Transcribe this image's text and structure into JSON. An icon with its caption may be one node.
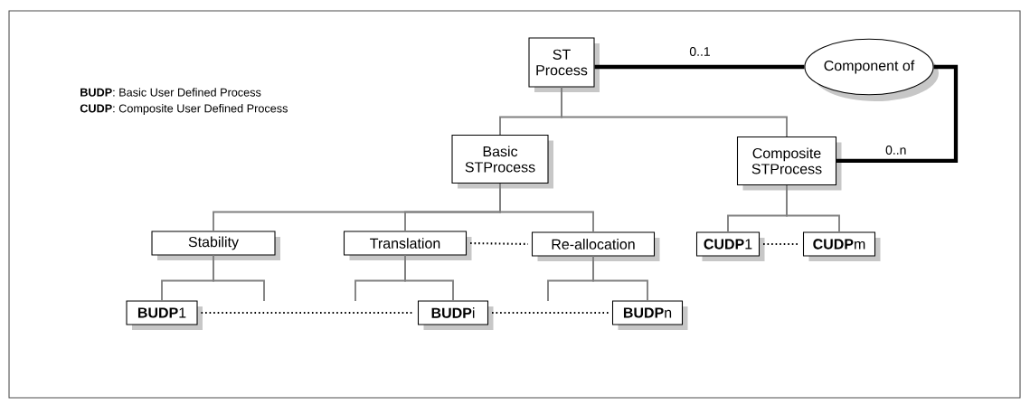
{
  "diagram": {
    "nodes": [
      {
        "text": [
          "ST Process"
        ]
      },
      {
        "text": [
          "Component of"
        ]
      },
      {
        "text": [
          "Basic STProcess"
        ]
      },
      {
        "text": [
          "Composite STProcess"
        ]
      },
      {
        "text": [
          "Stability"
        ]
      },
      {
        "text": [
          "Translation"
        ]
      },
      {
        "text": [
          "Re-allocation"
        ]
      },
      {
        "text": [
          "**CUDP**1"
        ]
      },
      {
        "text": [
          "**CUDP**m"
        ]
      },
      {
        "text": [
          "**BUDP**1"
        ]
      },
      {
        "text": [
          "**BUDP**i"
        ]
      },
      {
        "text": [
          "**BUDP**n"
        ]
      }
    ],
    "edges": [
      {
        "from": 0,
        "to": 1,
        "arrow": "none",
        "label": "0..1",
        "style": "thick",
        "color": "#000000"
      },
      {
        "from": 1,
        "to": 3,
        "arrow": "none",
        "label": "0..n",
        "style": "thick",
        "color": "#000000"
      },
      {
        "from": 0,
        "to": 2,
        "arrow": "none"
      },
      {
        "from": 0,
        "to": 3,
        "arrow": "none"
      },
      {
        "from": 2,
        "to": 4,
        "arrow": "none"
      },
      {
        "from": 2,
        "to": 5,
        "arrow": "none"
      },
      {
        "from": 2,
        "to": 6,
        "arrow": "none"
      },
      {
        "from": 3,
        "to": 7,
        "arrow": "none"
      },
      {
        "from": 3,
        "to": 8,
        "arrow": "none"
      },
      {
        "from": 4,
        "to": 9,
        "arrow": "none"
      },
      {
        "from": 4,
        "to": null,
        "arrow": "none"
      },
      {
        "from": 5,
        "to": null,
        "arrow": "none"
      },
      {
        "from": 5,
        "to": 10,
        "arrow": "none"
      },
      {
        "from": 6,
        "to": null,
        "arrow": "none"
      },
      {
        "from": 6,
        "to": 11,
        "arrow": "none"
      },
      {
        "from": 5,
        "to": 6,
        "arrow": "none",
        "style": "dashed",
        "color": "#000000"
      },
      {
        "from": 7,
        "to": 8,
        "arrow": "none",
        "style": "dashed",
        "color": "#000000"
      },
      {
        "from": 9,
        "to": 10,
        "arrow": "none",
        "style": "dashed",
        "color": "#000000"
      },
      {
        "from": 10,
        "to": 11,
        "arrow": "none",
        "style": "dashed",
        "color": "#000000"
      }
    ],
    "labels": [
      "**BUDP**: Basic User Defined Process",
      "**CUDP**: Composite User Defined Process"
    ]
  }
}
